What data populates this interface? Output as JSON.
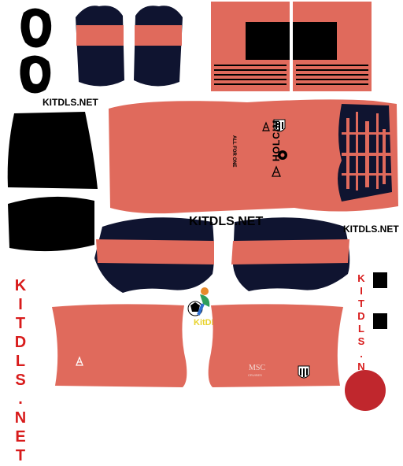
{
  "watermarks": {
    "top_left": "KITDLS.NET",
    "center": "KITDLS.NET",
    "right": "KITDLS.NET",
    "left_vertical": "KITDLS.NET",
    "right_vertical": "KITDLS.NET",
    "logo_caption": "KitDLS.net"
  },
  "shirt": {
    "sponsor": "HOLCIM",
    "back_text": "ALL FOR ONE"
  },
  "shorts": {
    "sponsor": "MSC",
    "sponsor_sub": "CRUISES"
  },
  "colors": {
    "body": "#e06a5c",
    "navy": "#0f1430",
    "black": "#000000",
    "watermark_red": "#d81b1b",
    "badge_red": "#c0272d"
  }
}
